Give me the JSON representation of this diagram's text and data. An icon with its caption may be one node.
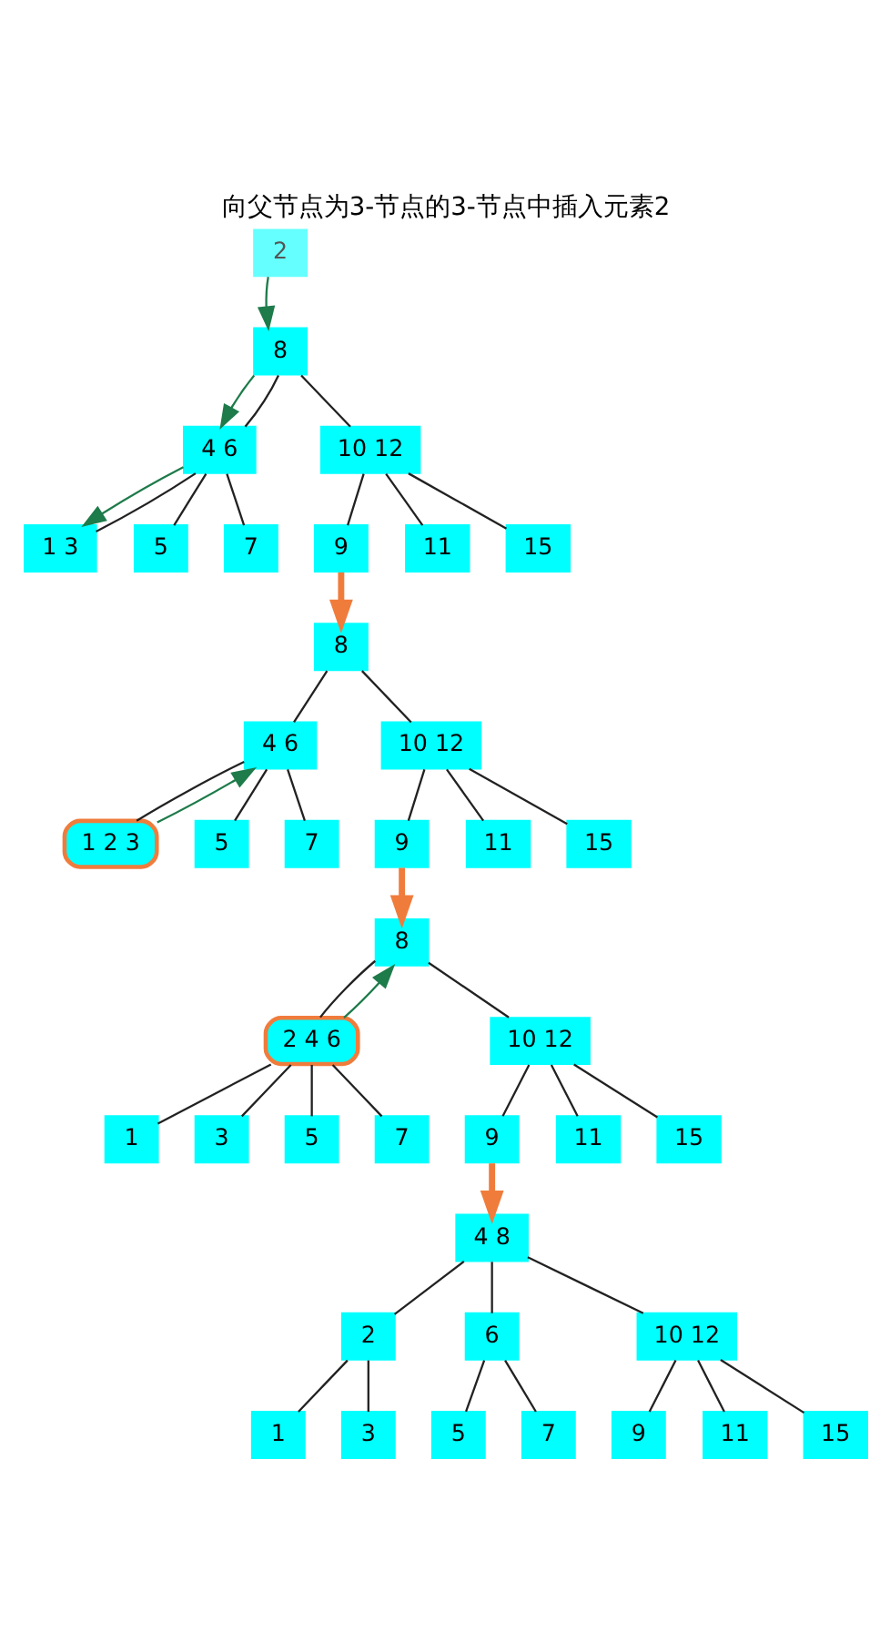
{
  "diagram": {
    "title": "向父节点为3-节点的3-节点中插入元素2",
    "nodes": [
      {
        "text": [
          "2"
        ]
      },
      {
        "text": [
          "8"
        ]
      },
      {
        "text": [
          "4 6"
        ]
      },
      {
        "text": [
          "10 12"
        ]
      },
      {
        "text": [
          "1 3"
        ]
      },
      {
        "text": [
          "5"
        ]
      },
      {
        "text": [
          "7"
        ]
      },
      {
        "text": [
          "9"
        ]
      },
      {
        "text": [
          "11"
        ]
      },
      {
        "text": [
          "15"
        ]
      },
      {
        "text": [
          "8"
        ]
      },
      {
        "text": [
          "4 6"
        ]
      },
      {
        "text": [
          "10 12"
        ]
      },
      {
        "text": [
          "1 2 3"
        ]
      },
      {
        "text": [
          "5"
        ]
      },
      {
        "text": [
          "7"
        ]
      },
      {
        "text": [
          "9"
        ]
      },
      {
        "text": [
          "11"
        ]
      },
      {
        "text": [
          "15"
        ]
      },
      {
        "text": [
          "8"
        ]
      },
      {
        "text": [
          "2 4 6"
        ]
      },
      {
        "text": [
          "10 12"
        ]
      },
      {
        "text": [
          "1"
        ]
      },
      {
        "text": [
          "3"
        ]
      },
      {
        "text": [
          "5"
        ]
      },
      {
        "text": [
          "7"
        ]
      },
      {
        "text": [
          "9"
        ]
      },
      {
        "text": [
          "11"
        ]
      },
      {
        "text": [
          "15"
        ]
      },
      {
        "text": [
          "4 8"
        ]
      },
      {
        "text": [
          "2"
        ]
      },
      {
        "text": [
          "6"
        ]
      },
      {
        "text": [
          "10 12"
        ]
      },
      {
        "text": [
          "1"
        ]
      },
      {
        "text": [
          "3"
        ]
      },
      {
        "text": [
          "5"
        ]
      },
      {
        "text": [
          "7"
        ]
      },
      {
        "text": [
          "9"
        ]
      },
      {
        "text": [
          "11"
        ]
      },
      {
        "text": [
          "15"
        ]
      }
    ],
    "edges": [
      {
        "from": 0,
        "to": 1,
        "arrow": "to",
        "color": "#1e7b4a"
      },
      {
        "from": 1,
        "to": 2,
        "arrow": "to",
        "color": "#1e7b4a"
      },
      {
        "from": 2,
        "to": 4,
        "arrow": "to",
        "color": "#1e7b4a"
      },
      {
        "from": 1,
        "to": 2,
        "arrow": "none"
      },
      {
        "from": 1,
        "to": 3,
        "arrow": "none"
      },
      {
        "from": 2,
        "to": 4,
        "arrow": "none"
      },
      {
        "from": 2,
        "to": 5,
        "arrow": "none"
      },
      {
        "from": 2,
        "to": 6,
        "arrow": "none"
      },
      {
        "from": 3,
        "to": 7,
        "arrow": "none"
      },
      {
        "from": 3,
        "to": 8,
        "arrow": "none"
      },
      {
        "from": 3,
        "to": 9,
        "arrow": "none"
      },
      {
        "from": 7,
        "to": 10,
        "arrow": "to",
        "color": "#f07c3c",
        "style": "thick"
      },
      {
        "from": 10,
        "to": 11,
        "arrow": "none"
      },
      {
        "from": 10,
        "to": 12,
        "arrow": "none"
      },
      {
        "from": 11,
        "to": 13,
        "arrow": "none"
      },
      {
        "from": 11,
        "to": 14,
        "arrow": "none"
      },
      {
        "from": 11,
        "to": 15,
        "arrow": "none"
      },
      {
        "from": 12,
        "to": 16,
        "arrow": "none"
      },
      {
        "from": 12,
        "to": 17,
        "arrow": "none"
      },
      {
        "from": 12,
        "to": 18,
        "arrow": "none"
      },
      {
        "from": 13,
        "to": 11,
        "arrow": "to",
        "color": "#1e7b4a"
      },
      {
        "from": 16,
        "to": 19,
        "arrow": "to",
        "color": "#f07c3c",
        "style": "thick"
      },
      {
        "from": 19,
        "to": 20,
        "arrow": "none"
      },
      {
        "from": 19,
        "to": 21,
        "arrow": "none"
      },
      {
        "from": 20,
        "to": 22,
        "arrow": "none"
      },
      {
        "from": 20,
        "to": 23,
        "arrow": "none"
      },
      {
        "from": 20,
        "to": 24,
        "arrow": "none"
      },
      {
        "from": 20,
        "to": 25,
        "arrow": "none"
      },
      {
        "from": 21,
        "to": 26,
        "arrow": "none"
      },
      {
        "from": 21,
        "to": 27,
        "arrow": "none"
      },
      {
        "from": 21,
        "to": 28,
        "arrow": "none"
      },
      {
        "from": 20,
        "to": 19,
        "arrow": "to",
        "color": "#1e7b4a"
      },
      {
        "from": 26,
        "to": 29,
        "arrow": "to",
        "color": "#f07c3c",
        "style": "thick"
      },
      {
        "from": 29,
        "to": 30,
        "arrow": "none"
      },
      {
        "from": 29,
        "to": 31,
        "arrow": "none"
      },
      {
        "from": 29,
        "to": 32,
        "arrow": "none"
      },
      {
        "from": 30,
        "to": 33,
        "arrow": "none"
      },
      {
        "from": 30,
        "to": 34,
        "arrow": "none"
      },
      {
        "from": 31,
        "to": 35,
        "arrow": "none"
      },
      {
        "from": 31,
        "to": 36,
        "arrow": "none"
      },
      {
        "from": 32,
        "to": 37,
        "arrow": "none"
      },
      {
        "from": 32,
        "to": 38,
        "arrow": "none"
      },
      {
        "from": 32,
        "to": 39,
        "arrow": "none"
      }
    ]
  }
}
